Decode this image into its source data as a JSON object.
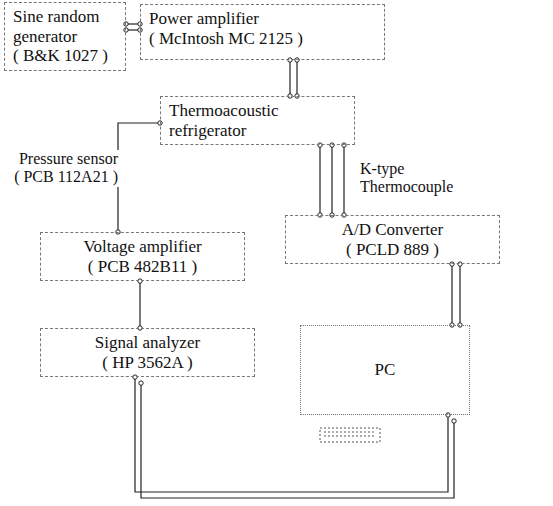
{
  "diagram": {
    "nodes": [
      {
        "text": [
          "Sine random generator ( B&K 1027 )"
        ]
      },
      {
        "text": [
          "Power amplifier ( McIntosh MC 2125 )"
        ]
      },
      {
        "text": [
          "Thermoacoustic refrigerator"
        ]
      },
      {
        "text": [
          "Voltage amplifier ( PCB 482B11 )"
        ]
      },
      {
        "text": [
          "A/D Converter ( PCLD 889 )"
        ]
      },
      {
        "text": [
          "Signal analyzer ( HP 3562A )"
        ]
      },
      {
        "text": [
          "PC"
        ]
      }
    ],
    "edges": [
      {
        "from": 0,
        "to": 1,
        "arrow": "none"
      },
      {
        "from": 1,
        "to": 2,
        "arrow": "none"
      },
      {
        "from": 2,
        "to": 3,
        "arrow": "none"
      },
      {
        "from": 2,
        "to": 4,
        "arrow": "none"
      },
      {
        "from": 3,
        "to": 5,
        "arrow": "none"
      },
      {
        "from": 4,
        "to": 6,
        "arrow": "none"
      },
      {
        "from": 5,
        "to": 6,
        "arrow": "none"
      }
    ],
    "labels": [
      "Pressure sensor ( PCB 112A21 )",
      "K-type Thermocouple"
    ]
  }
}
